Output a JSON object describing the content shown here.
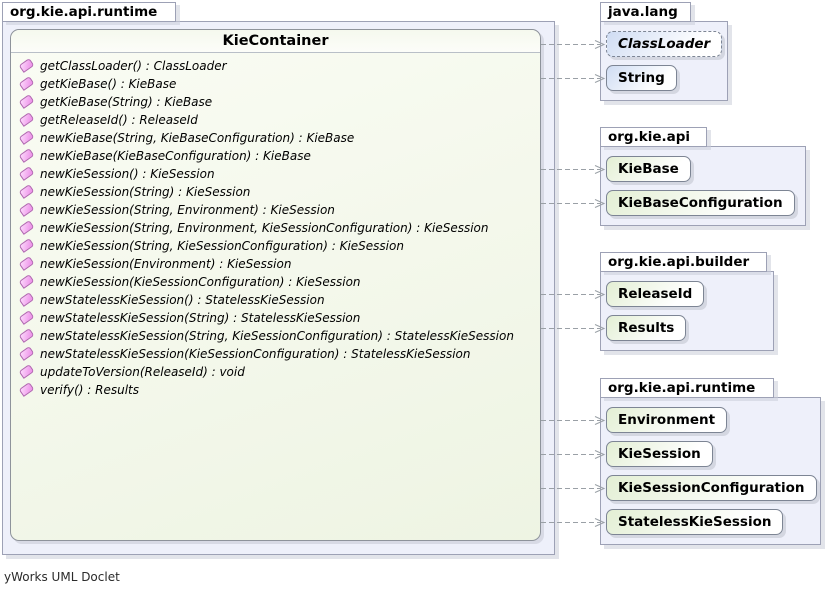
{
  "footer": "yWorks UML Doclet",
  "main_package": {
    "name": "org.kie.api.runtime",
    "class": {
      "name": "KieContainer",
      "methods": [
        {
          "label": "getClassLoader() : ClassLoader"
        },
        {
          "label": "getKieBase() : KieBase"
        },
        {
          "label": "getKieBase(String) : KieBase"
        },
        {
          "label": "getReleaseId() : ReleaseId"
        },
        {
          "label": "newKieBase(String, KieBaseConfiguration) : KieBase"
        },
        {
          "label": "newKieBase(KieBaseConfiguration) : KieBase"
        },
        {
          "label": "newKieSession() : KieSession"
        },
        {
          "label": "newKieSession(String) : KieSession"
        },
        {
          "label": "newKieSession(String, Environment) : KieSession"
        },
        {
          "label": "newKieSession(String, Environment, KieSessionConfiguration) : KieSession"
        },
        {
          "label": "newKieSession(String, KieSessionConfiguration) : KieSession"
        },
        {
          "label": "newKieSession(Environment) : KieSession"
        },
        {
          "label": "newKieSession(KieSessionConfiguration) : KieSession"
        },
        {
          "label": "newStatelessKieSession() : StatelessKieSession"
        },
        {
          "label": "newStatelessKieSession(String) : StatelessKieSession"
        },
        {
          "label": "newStatelessKieSession(String, KieSessionConfiguration) : StatelessKieSession"
        },
        {
          "label": "newStatelessKieSession(KieSessionConfiguration) : StatelessKieSession"
        },
        {
          "label": "updateToVersion(ReleaseId) : void"
        },
        {
          "label": "verify() : Results"
        }
      ]
    }
  },
  "packages": [
    {
      "name": "java.lang",
      "tint": "blue",
      "classes": [
        {
          "label": "ClassLoader",
          "abstract": true
        },
        {
          "label": "String",
          "abstract": false
        }
      ]
    },
    {
      "name": "org.kie.api",
      "tint": "green",
      "classes": [
        {
          "label": "KieBase",
          "abstract": false
        },
        {
          "label": "KieBaseConfiguration",
          "abstract": false
        }
      ]
    },
    {
      "name": "org.kie.api.builder",
      "tint": "green",
      "classes": [
        {
          "label": "ReleaseId",
          "abstract": false
        },
        {
          "label": "Results",
          "abstract": false
        }
      ]
    },
    {
      "name": "org.kie.api.runtime",
      "tint": "green",
      "classes": [
        {
          "label": "Environment",
          "abstract": false
        },
        {
          "label": "KieSession",
          "abstract": false
        },
        {
          "label": "KieSessionConfiguration",
          "abstract": false
        },
        {
          "label": "StatelessKieSession",
          "abstract": false
        }
      ]
    }
  ],
  "icons": {
    "method_icon": "pink-method-tag",
    "arrow": "dashed-open-arrow"
  },
  "colors": {
    "connector": "#9aa0a6",
    "package_fill": "#eef0fa",
    "node_tint_green": "#e3efd4",
    "node_tint_blue": "#cfdcf3",
    "method_icon_pink": "#ee96ea"
  }
}
